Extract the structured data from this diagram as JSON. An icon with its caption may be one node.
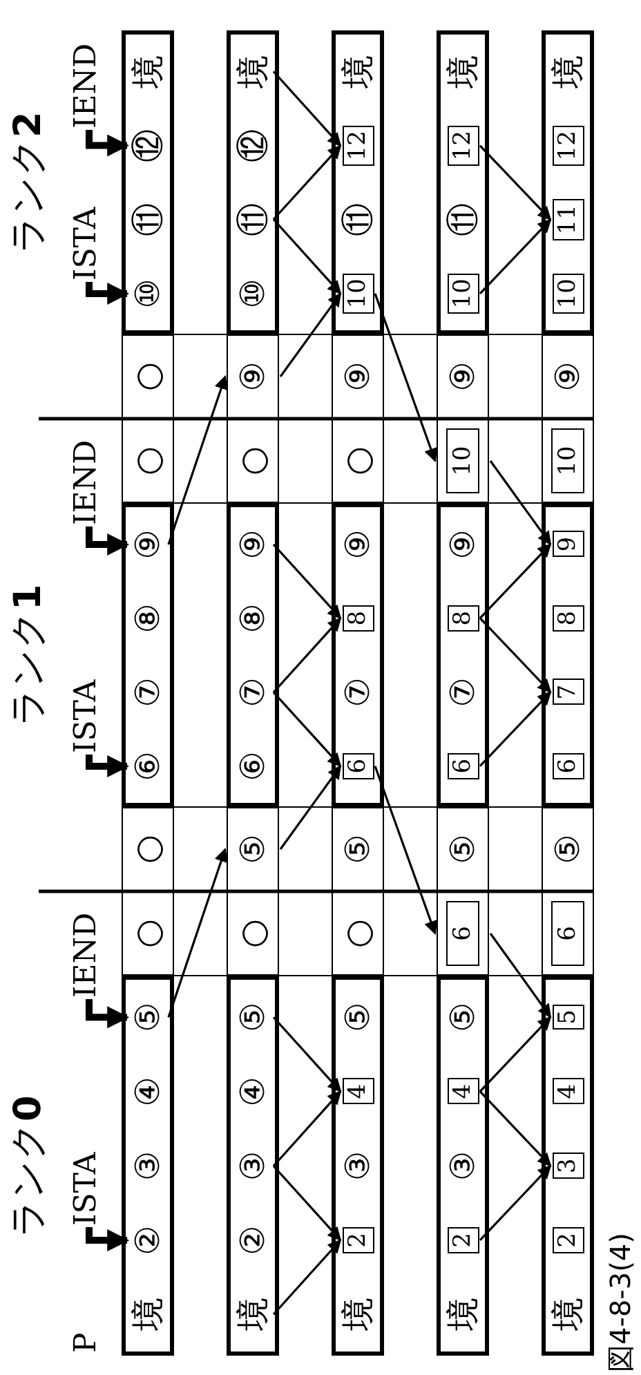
{
  "diagram": {
    "caption": "図4-8-3(4)",
    "labels": [
      "ランク**0**",
      "ランク**1**",
      "ランク**2**",
      "P"
    ],
    "nodes": [
      {
        "text": [
          "ISTA"
        ]
      },
      {
        "text": [
          "IEND"
        ]
      },
      {
        "text": [
          "ISTA"
        ]
      },
      {
        "text": [
          "IEND"
        ]
      },
      {
        "text": [
          "ISTA"
        ]
      },
      {
        "text": [
          "IEND"
        ]
      },
      {
        "text": [],
        "shape": "box"
      },
      {
        "text": [
          "境"
        ],
        "in": 6
      },
      {
        "text": [
          "②"
        ],
        "in": 6
      },
      {
        "text": [
          "③"
        ],
        "in": 6
      },
      {
        "text": [
          "④"
        ],
        "in": 6
      },
      {
        "text": [
          "⑤"
        ],
        "in": 6
      },
      {
        "text": [
          "○"
        ]
      },
      {
        "text": [
          "○"
        ]
      },
      {
        "text": [],
        "shape": "box"
      },
      {
        "text": [
          "⑥"
        ],
        "in": 14
      },
      {
        "text": [
          "⑦"
        ],
        "in": 14
      },
      {
        "text": [
          "⑧"
        ],
        "in": 14
      },
      {
        "text": [
          "⑨"
        ],
        "in": 14
      },
      {
        "text": [
          "○"
        ]
      },
      {
        "text": [
          "○"
        ]
      },
      {
        "text": [],
        "shape": "box"
      },
      {
        "text": [
          "⑩"
        ],
        "in": 21
      },
      {
        "text": [
          "⑪"
        ],
        "in": 21
      },
      {
        "text": [
          "⑫"
        ],
        "in": 21
      },
      {
        "text": [
          "境"
        ],
        "in": 21
      },
      {
        "text": [],
        "shape": "box"
      },
      {
        "text": [
          "境"
        ],
        "in": 26
      },
      {
        "text": [
          "②"
        ],
        "in": 26
      },
      {
        "text": [
          "③"
        ],
        "in": 26
      },
      {
        "text": [
          "④"
        ],
        "in": 26
      },
      {
        "text": [
          "⑤"
        ],
        "in": 26
      },
      {
        "text": [
          "○"
        ]
      },
      {
        "text": [
          "⑤"
        ]
      },
      {
        "text": [],
        "shape": "box"
      },
      {
        "text": [
          "⑥"
        ],
        "in": 34
      },
      {
        "text": [
          "⑦"
        ],
        "in": 34
      },
      {
        "text": [
          "⑧"
        ],
        "in": 34
      },
      {
        "text": [
          "⑨"
        ],
        "in": 34
      },
      {
        "text": [
          "○"
        ]
      },
      {
        "text": [
          "⑨"
        ]
      },
      {
        "text": [],
        "shape": "box"
      },
      {
        "text": [
          "⑩"
        ],
        "in": 41
      },
      {
        "text": [
          "⑪"
        ],
        "in": 41
      },
      {
        "text": [
          "⑫"
        ],
        "in": 41
      },
      {
        "text": [
          "境"
        ],
        "in": 41
      },
      {
        "text": [],
        "shape": "box"
      },
      {
        "text": [
          "境"
        ],
        "in": 46
      },
      {
        "text": [
          "2"
        ],
        "in": 46
      },
      {
        "text": [
          "③"
        ],
        "in": 46
      },
      {
        "text": [
          "4"
        ],
        "in": 46
      },
      {
        "text": [
          "⑤"
        ],
        "in": 46
      },
      {
        "text": [
          "○"
        ]
      },
      {
        "text": [
          "⑤"
        ]
      },
      {
        "text": [],
        "shape": "box"
      },
      {
        "text": [
          "6"
        ],
        "in": 54
      },
      {
        "text": [
          "⑦"
        ],
        "in": 54
      },
      {
        "text": [
          "8"
        ],
        "in": 54
      },
      {
        "text": [
          "⑨"
        ],
        "in": 54
      },
      {
        "text": [
          "○"
        ]
      },
      {
        "text": [
          "⑨"
        ]
      },
      {
        "text": [],
        "shape": "box"
      },
      {
        "text": [
          "10"
        ],
        "in": 61
      },
      {
        "text": [
          "⑪"
        ],
        "in": 61
      },
      {
        "text": [
          "12"
        ],
        "in": 61
      },
      {
        "text": [
          "境"
        ],
        "in": 61
      },
      {
        "text": [],
        "shape": "box"
      },
      {
        "text": [
          "境"
        ],
        "in": 66
      },
      {
        "text": [
          "2"
        ],
        "in": 66
      },
      {
        "text": [
          "③"
        ],
        "in": 66
      },
      {
        "text": [
          "4"
        ],
        "in": 66
      },
      {
        "text": [
          "⑤"
        ],
        "in": 66
      },
      {
        "text": [
          "6"
        ]
      },
      {
        "text": [
          "⑤"
        ]
      },
      {
        "text": [],
        "shape": "box"
      },
      {
        "text": [
          "6"
        ],
        "in": 74
      },
      {
        "text": [
          "⑦"
        ],
        "in": 74
      },
      {
        "text": [
          "8"
        ],
        "in": 74
      },
      {
        "text": [
          "⑨"
        ],
        "in": 74
      },
      {
        "text": [
          "10"
        ]
      },
      {
        "text": [
          "⑨"
        ]
      },
      {
        "text": [],
        "shape": "box"
      },
      {
        "text": [
          "10"
        ],
        "in": 81
      },
      {
        "text": [
          "⑪"
        ],
        "in": 81
      },
      {
        "text": [
          "12"
        ],
        "in": 81
      },
      {
        "text": [
          "境"
        ],
        "in": 81
      },
      {
        "text": [],
        "shape": "box"
      },
      {
        "text": [
          "境"
        ],
        "in": 86
      },
      {
        "text": [
          "2"
        ],
        "in": 86
      },
      {
        "text": [
          "3"
        ],
        "in": 86
      },
      {
        "text": [
          "4"
        ],
        "in": 86
      },
      {
        "text": [
          "5"
        ],
        "in": 86
      },
      {
        "text": [
          "6"
        ]
      },
      {
        "text": [
          "⑤"
        ]
      },
      {
        "text": [],
        "shape": "box"
      },
      {
        "text": [
          "6"
        ],
        "in": 94
      },
      {
        "text": [
          "7"
        ],
        "in": 94
      },
      {
        "text": [
          "8"
        ],
        "in": 94
      },
      {
        "text": [
          "9"
        ],
        "in": 94
      },
      {
        "text": [
          "10"
        ]
      },
      {
        "text": [
          "⑨"
        ]
      },
      {
        "text": [],
        "shape": "box"
      },
      {
        "text": [
          "10"
        ],
        "in": 101
      },
      {
        "text": [
          "11"
        ],
        "in": 101
      },
      {
        "text": [
          "12"
        ],
        "in": 101
      },
      {
        "text": [
          "境"
        ],
        "in": 101
      }
    ],
    "edges": [
      {
        "from": 0,
        "to": 8,
        "arrow": "to",
        "style": "thick"
      },
      {
        "from": 1,
        "to": 11,
        "arrow": "to",
        "style": "thick"
      },
      {
        "from": 2,
        "to": 15,
        "arrow": "to",
        "style": "thick"
      },
      {
        "from": 3,
        "to": 18,
        "arrow": "to",
        "style": "thick"
      },
      {
        "from": 4,
        "to": 22,
        "arrow": "to",
        "style": "thick"
      },
      {
        "from": 5,
        "to": 24,
        "arrow": "to",
        "style": "thick"
      },
      {
        "from": 11,
        "to": 33,
        "arrow": "to"
      },
      {
        "from": 18,
        "to": 40,
        "arrow": "to"
      },
      {
        "from": 27,
        "to": 48,
        "arrow": "to"
      },
      {
        "from": 29,
        "to": 48,
        "arrow": "to"
      },
      {
        "from": 29,
        "to": 50,
        "arrow": "to"
      },
      {
        "from": 31,
        "to": 50,
        "arrow": "to"
      },
      {
        "from": 33,
        "to": 55,
        "arrow": "to"
      },
      {
        "from": 36,
        "to": 55,
        "arrow": "to"
      },
      {
        "from": 36,
        "to": 57,
        "arrow": "to"
      },
      {
        "from": 38,
        "to": 57,
        "arrow": "to"
      },
      {
        "from": 40,
        "to": 62,
        "arrow": "to"
      },
      {
        "from": 43,
        "to": 62,
        "arrow": "to"
      },
      {
        "from": 43,
        "to": 64,
        "arrow": "to"
      },
      {
        "from": 45,
        "to": 64,
        "arrow": "to"
      },
      {
        "from": 55,
        "to": 72,
        "arrow": "to"
      },
      {
        "from": 62,
        "to": 79,
        "arrow": "to"
      },
      {
        "from": 68,
        "to": 89,
        "arrow": "to"
      },
      {
        "from": 70,
        "to": 89,
        "arrow": "to"
      },
      {
        "from": 70,
        "to": 91,
        "arrow": "to"
      },
      {
        "from": 72,
        "to": 91,
        "arrow": "to"
      },
      {
        "from": 75,
        "to": 96,
        "arrow": "to"
      },
      {
        "from": 77,
        "to": 96,
        "arrow": "to"
      },
      {
        "from": 77,
        "to": 98,
        "arrow": "to"
      },
      {
        "from": 79,
        "to": 98,
        "arrow": "to"
      },
      {
        "from": 82,
        "to": 103,
        "arrow": "to"
      },
      {
        "from": 84,
        "to": 103,
        "arrow": "to"
      }
    ]
  }
}
